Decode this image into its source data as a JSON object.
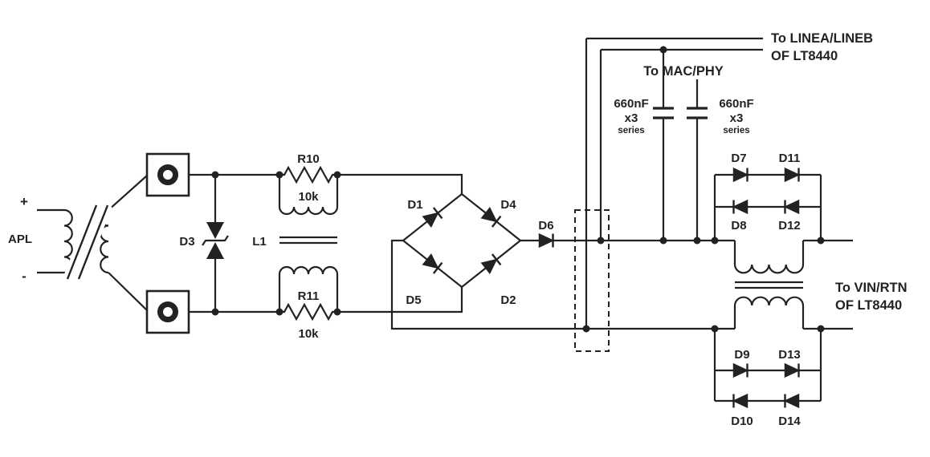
{
  "diagram": {
    "type": "circuit-schematic",
    "background": "#ffffff",
    "line_color": "#222222"
  },
  "input": {
    "plus": "+",
    "label": "APL",
    "minus": "-"
  },
  "components": {
    "d3": "D3",
    "l1": "L1",
    "r10": {
      "ref": "R10",
      "value": "10k"
    },
    "r11": {
      "ref": "R11",
      "value": "10k"
    },
    "bridge": {
      "d1": "D1",
      "d4": "D4",
      "d5": "D5",
      "d2": "D2"
    },
    "d6": "D6",
    "cap_left": {
      "value": "660nF",
      "qty": "x3",
      "note": "series"
    },
    "cap_right": {
      "value": "660nF",
      "qty": "x3",
      "note": "series"
    },
    "clamp_top": {
      "d7": "D7",
      "d11": "D11",
      "d8": "D8",
      "d12": "D12"
    },
    "clamp_bottom": {
      "d9": "D9",
      "d13": "D13",
      "d10": "D10",
      "d14": "D14"
    }
  },
  "outputs": {
    "linea": {
      "line1": "To LINEA/LINEB",
      "line2": "OF LT8440"
    },
    "macphy": "To MAC/PHY",
    "vin": {
      "line1": "To VIN/RTN",
      "line2": "OF LT8440"
    }
  }
}
